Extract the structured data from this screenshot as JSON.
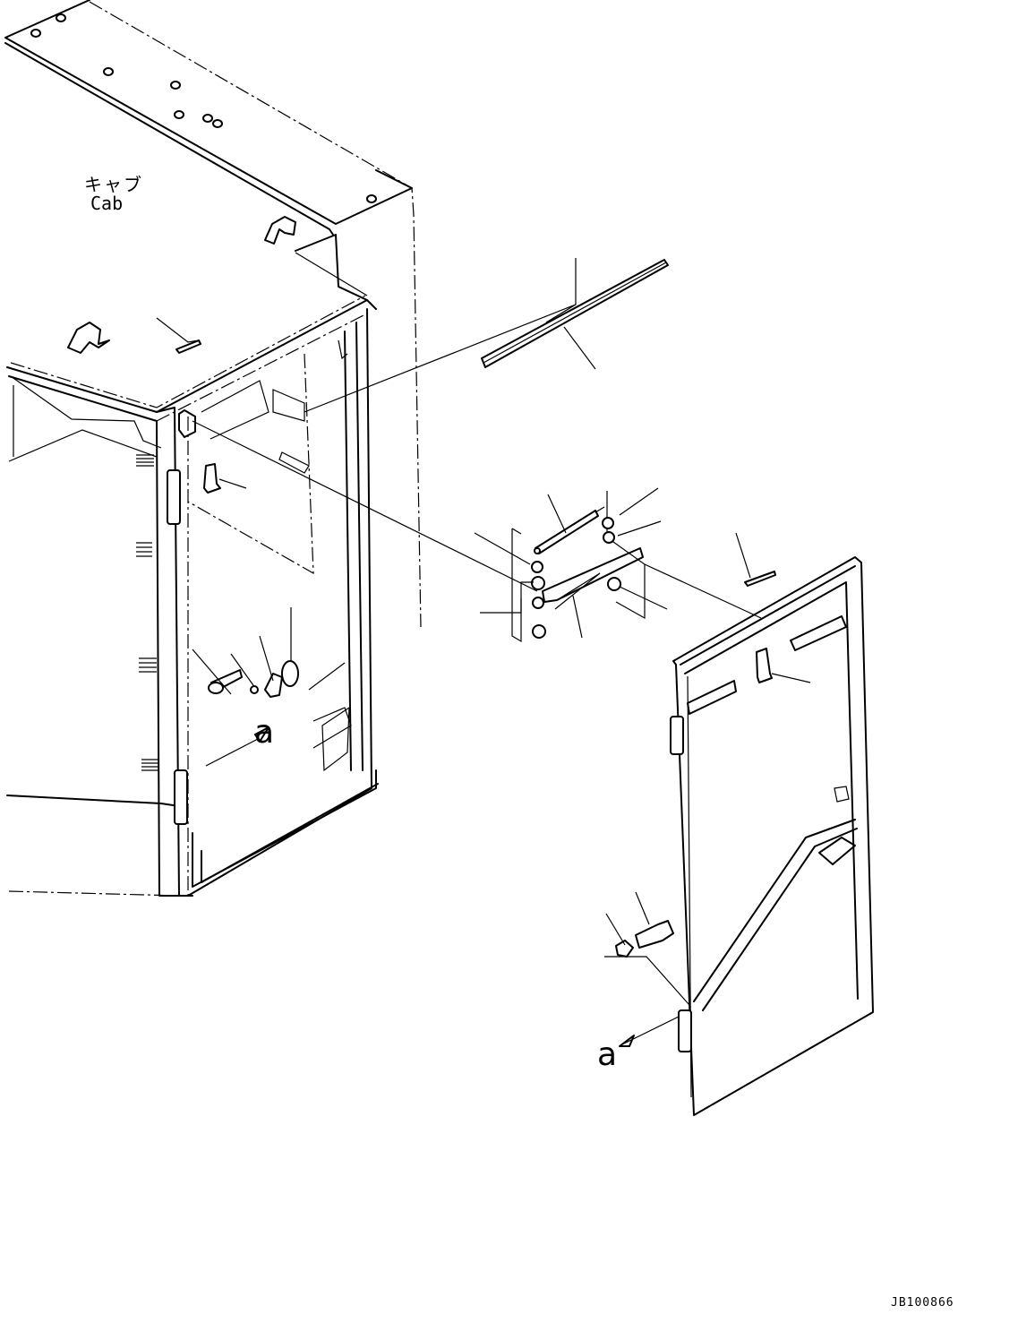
{
  "labels": {
    "cab_japanese": "キャブ",
    "cab_english": "Cab",
    "view_marker_1": "a",
    "view_marker_2": "a",
    "drawing_number": "JB100866"
  }
}
